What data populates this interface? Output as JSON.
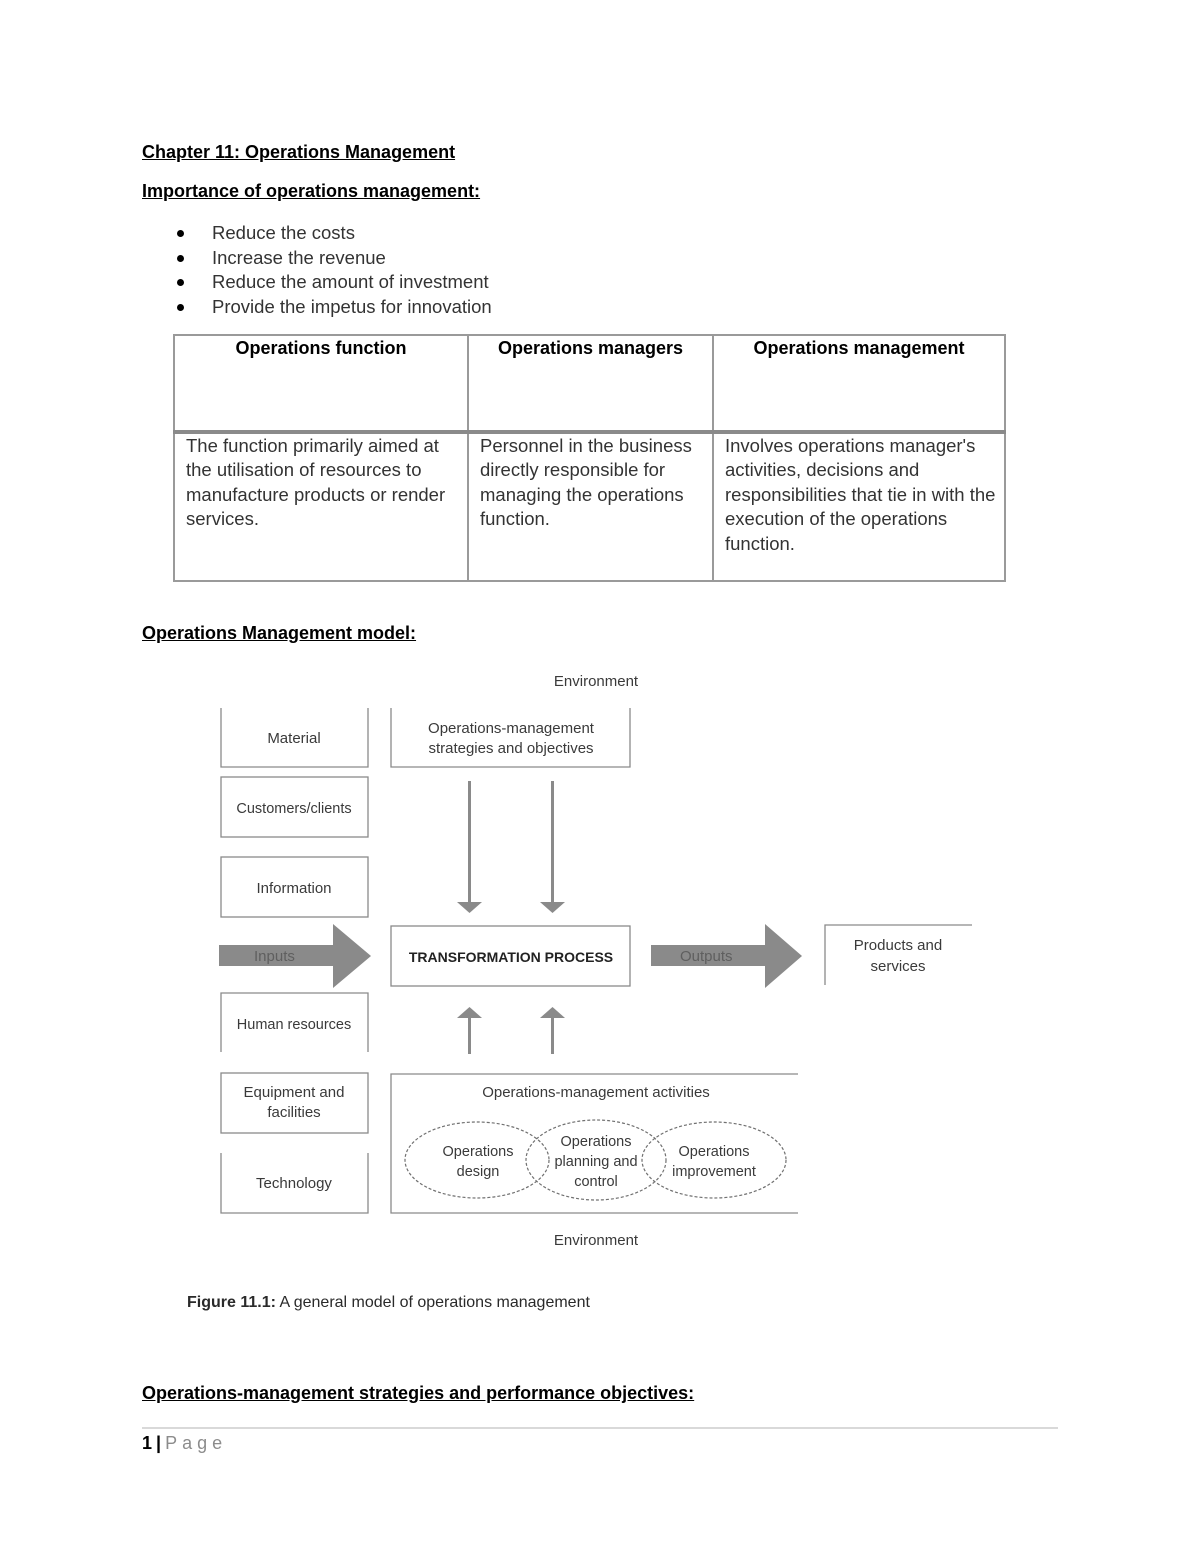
{
  "chapter_title": "Chapter 11: Operations Management",
  "importance": {
    "heading": "Importance of operations management:",
    "items": [
      "Reduce the costs",
      "Increase the revenue",
      "Reduce the amount of investment",
      "Provide the impetus for innovation"
    ]
  },
  "table": {
    "headers": [
      "Operations function",
      "Operations managers",
      "Operations management"
    ],
    "cells": [
      "The function primarily aimed at the utilisation of resources to manufacture products or render services.",
      "Personnel in the business directly responsible for managing the operations function.",
      "Involves operations manager's activities, decisions and responsibilities that tie in with the execution of the operations function."
    ]
  },
  "model_heading": "Operations Management model:",
  "diagram": {
    "environment_top": "Environment",
    "environment_bottom": "Environment",
    "inputs_list": [
      "Material",
      "Customers/clients",
      "Information",
      "Human resources"
    ],
    "equipment_line1": "Equipment and",
    "equipment_line2": "facilities",
    "technology": "Technology",
    "strategies_line1": "Operations-management",
    "strategies_line2": "strategies and objectives",
    "inputs_label": "Inputs",
    "transformation": "TRANSFORMATION PROCESS",
    "outputs_label": "Outputs",
    "products_line1": "Products and",
    "products_line2": "services",
    "activities_title": "Operations-management activities",
    "design_line1": "Operations",
    "design_line2": "design",
    "planning_line1": "Operations",
    "planning_line2": "planning and",
    "planning_line3": "control",
    "improvement_line1": "Operations",
    "improvement_line2": "improvement",
    "caption_bold": "Figure 11.1:",
    "caption_text": " A general model of operations management"
  },
  "next_heading": "Operations-management strategies and performance objectives:",
  "footer": {
    "page_number": "1",
    "separator": "|",
    "page_label": "Page"
  }
}
